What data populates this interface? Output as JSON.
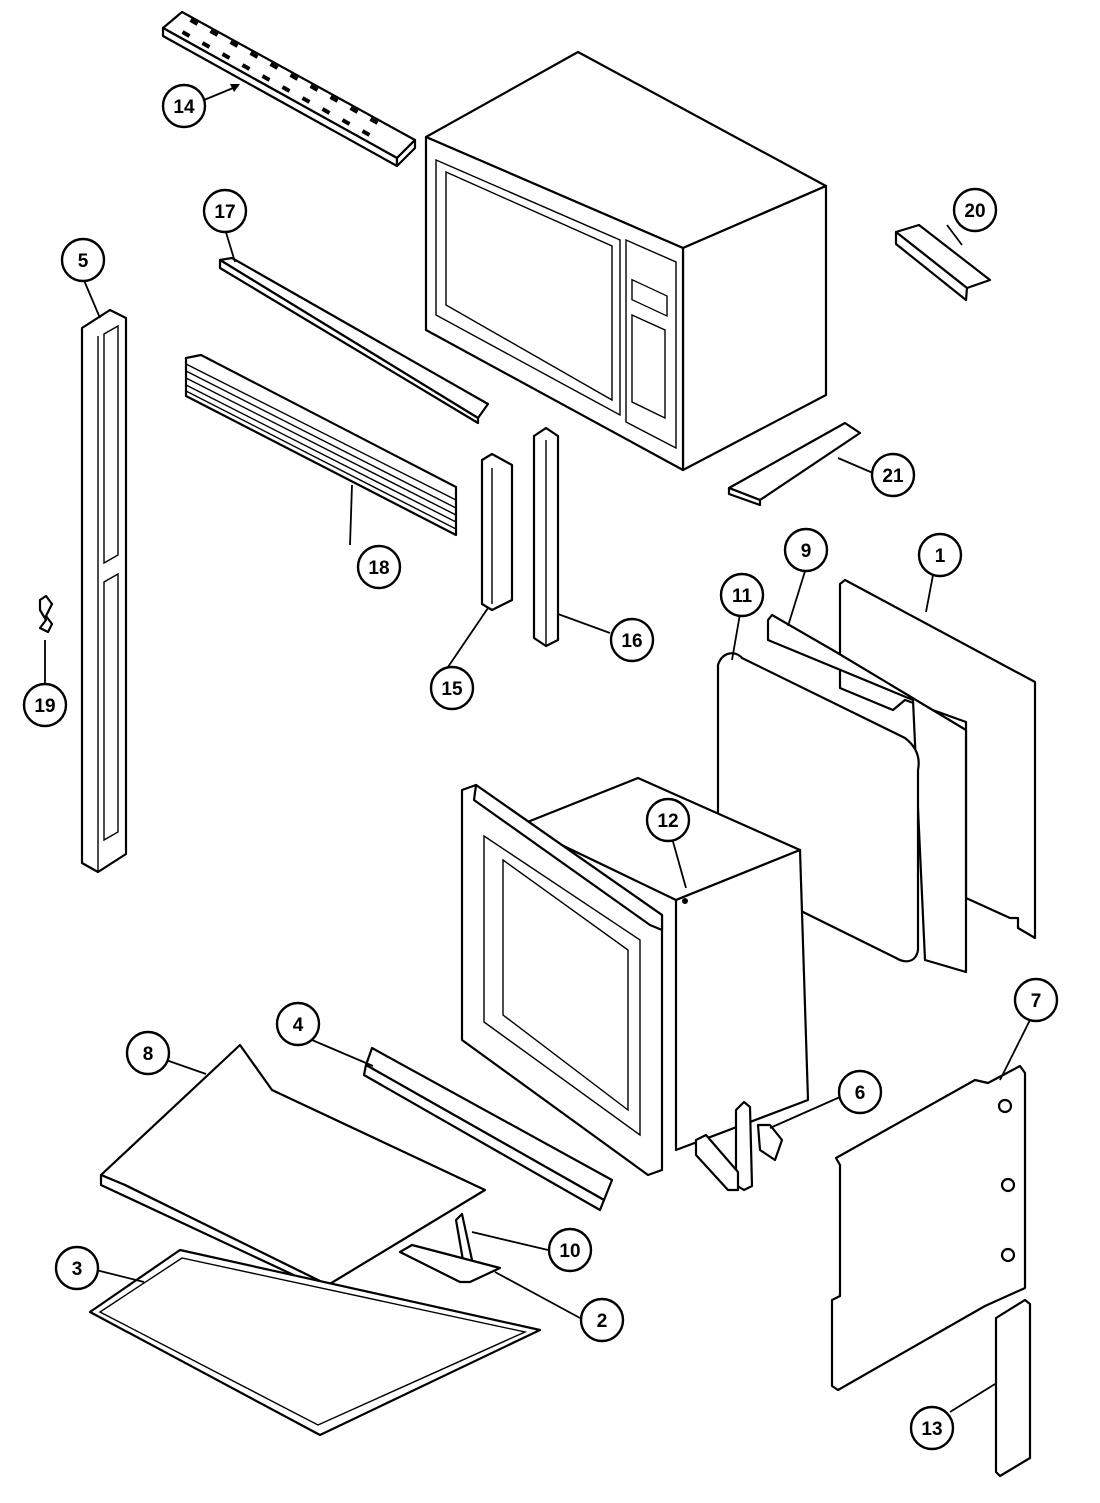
{
  "diagram": {
    "callouts": [
      {
        "id": "1",
        "label": "1"
      },
      {
        "id": "2",
        "label": "2"
      },
      {
        "id": "3",
        "label": "3"
      },
      {
        "id": "4",
        "label": "4"
      },
      {
        "id": "5",
        "label": "5"
      },
      {
        "id": "6",
        "label": "6"
      },
      {
        "id": "7",
        "label": "7"
      },
      {
        "id": "8",
        "label": "8"
      },
      {
        "id": "9",
        "label": "9"
      },
      {
        "id": "10",
        "label": "10"
      },
      {
        "id": "11",
        "label": "11"
      },
      {
        "id": "12",
        "label": "12"
      },
      {
        "id": "13",
        "label": "13"
      },
      {
        "id": "14",
        "label": "14"
      },
      {
        "id": "15",
        "label": "15"
      },
      {
        "id": "16",
        "label": "16"
      },
      {
        "id": "17",
        "label": "17"
      },
      {
        "id": "18",
        "label": "18"
      },
      {
        "id": "19",
        "label": "19"
      },
      {
        "id": "20",
        "label": "20"
      },
      {
        "id": "21",
        "label": "21"
      }
    ]
  }
}
